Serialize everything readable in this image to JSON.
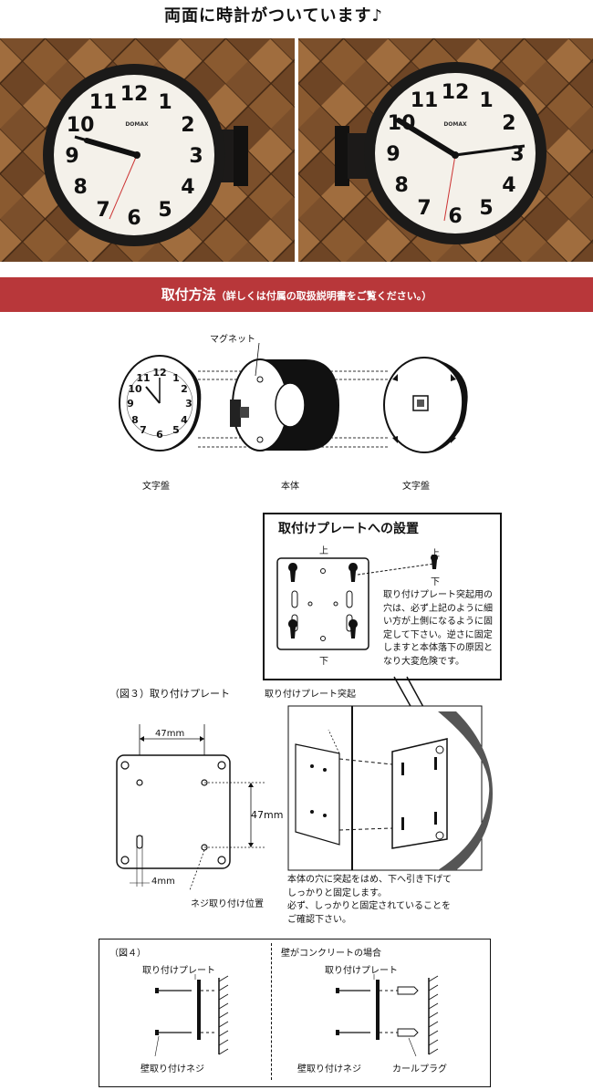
{
  "header": {
    "title": "両面に時計がついています♪"
  },
  "photo_clock": {
    "brand": "DOMAX",
    "numerals": [
      "12",
      "1",
      "2",
      "3",
      "4",
      "5",
      "6",
      "7",
      "8",
      "9",
      "10",
      "11"
    ]
  },
  "banner": {
    "title": "取付方法",
    "note": "（詳しくは付属の取扱説明書をご覧ください。）"
  },
  "parts": {
    "magnet_label": "マグネット",
    "left_label": "文字盤",
    "center_label": "本体",
    "right_label": "文字盤"
  },
  "install_box": {
    "title": "取付けプレートへの設置",
    "top_label": "上",
    "bottom_label": "下",
    "key_top": "上",
    "key_bottom": "下",
    "note_lines": [
      "取り付けプレート突起用の",
      "穴は、必ず上記のように細",
      "い方が上側になるように固",
      "定して下さい。逆さに固定",
      "しますと本体落下の原因と",
      "なり大変危険です。"
    ]
  },
  "fig3": {
    "title": "（図３）取り付けプレート",
    "width_label": "47mm",
    "height_label": "47mm",
    "gap_label": "4mm",
    "screw_label": "ネジ取り付け位置"
  },
  "protrusion": {
    "label": "取り付けプレート突起",
    "caption_lines": [
      "本体の穴に突起をはめ、下へ引き下げて",
      "しっかりと固定します。",
      "必ず、しっかりと固定されていることを",
      "ご確認下さい。"
    ]
  },
  "fig4": {
    "title": "（図４）",
    "plate_label_left": "取り付けプレート",
    "screw_label_left": "壁取り付けネジ",
    "concrete_title": "壁がコンクリートの場合",
    "plate_label_right": "取り付けプレート",
    "screw_label_right": "壁取り付けネジ",
    "plug_label": "カールプラグ"
  },
  "colors": {
    "banner": "#b8373a",
    "wood_light": "#9a6a3c",
    "wood_dark": "#5e3a1e"
  }
}
